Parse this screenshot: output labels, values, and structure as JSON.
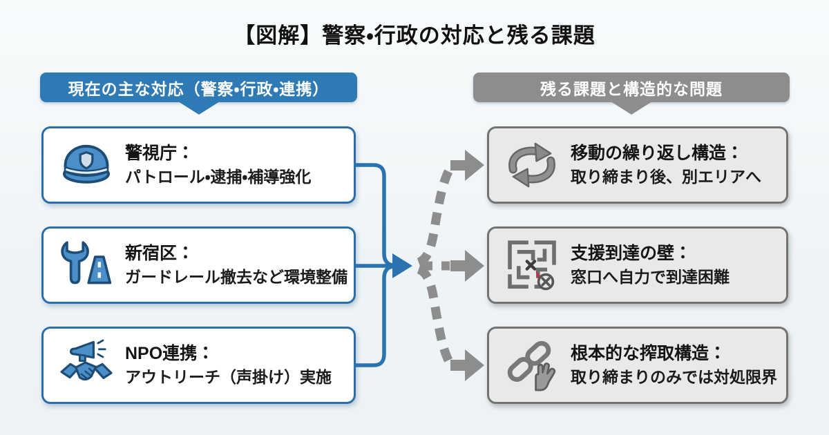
{
  "title": "【図解】警察・行政の対応と残る課題",
  "colors": {
    "accent_blue": "#2E7AB4",
    "accent_gray": "#8D8D8D",
    "left_box_border": "#2B6DA7",
    "right_box_border": "#737373",
    "icon_blue_fill": "#4A8FC7",
    "icon_blue_outline": "#1D4C77",
    "icon_gray": "#8A8A8A",
    "maze_red": "#C0314A",
    "background": "#EEF4F6",
    "text": "#161616"
  },
  "left_column": {
    "header": "現在の主な対応（警察・行政・連携）",
    "items": [
      {
        "icon": "police-cap-icon",
        "title": "警視庁：",
        "desc": "パトロール・逮捕・補導強化"
      },
      {
        "icon": "wrench-road-icon",
        "title": "新宿区：",
        "desc": "ガードレール撤去など環境整備"
      },
      {
        "icon": "megaphone-handshake-icon",
        "title": "NPO連携：",
        "desc": "アウトリーチ（声掛け）実施"
      }
    ]
  },
  "right_column": {
    "header": "残る課題と構造的な問題",
    "items": [
      {
        "icon": "cycle-arrows-icon",
        "title": "移動の繰り返し構造：",
        "desc": "取り締まり後、別エリアへ"
      },
      {
        "icon": "maze-icon",
        "title": "支援到達の壁：",
        "desc": "窓口へ自力で到達困難"
      },
      {
        "icon": "chain-hand-icon",
        "title": "根本的な搾取構造：",
        "desc": "取り締まりのみでは対処限界"
      }
    ]
  }
}
